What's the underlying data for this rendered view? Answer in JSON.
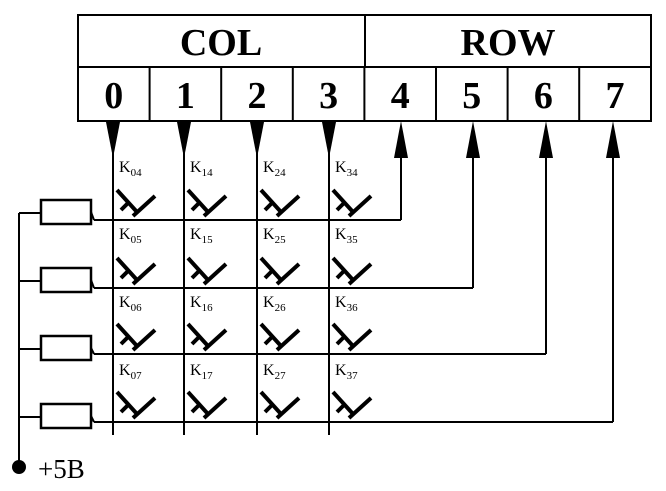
{
  "header": {
    "col_label": "COL",
    "row_label": "ROW",
    "bits": [
      "0",
      "1",
      "2",
      "3",
      "4",
      "5",
      "6",
      "7"
    ]
  },
  "keys": [
    [
      {
        "k": "K",
        "sub": "04"
      },
      {
        "k": "K",
        "sub": "14"
      },
      {
        "k": "K",
        "sub": "24"
      },
      {
        "k": "K",
        "sub": "34"
      }
    ],
    [
      {
        "k": "K",
        "sub": "05"
      },
      {
        "k": "K",
        "sub": "15"
      },
      {
        "k": "K",
        "sub": "25"
      },
      {
        "k": "K",
        "sub": "35"
      }
    ],
    [
      {
        "k": "K",
        "sub": "06"
      },
      {
        "k": "K",
        "sub": "16"
      },
      {
        "k": "K",
        "sub": "26"
      },
      {
        "k": "K",
        "sub": "36"
      }
    ],
    [
      {
        "k": "K",
        "sub": "07"
      },
      {
        "k": "K",
        "sub": "17"
      },
      {
        "k": "K",
        "sub": "27"
      },
      {
        "k": "K",
        "sub": "37"
      }
    ]
  ],
  "supply_label": "+5B"
}
